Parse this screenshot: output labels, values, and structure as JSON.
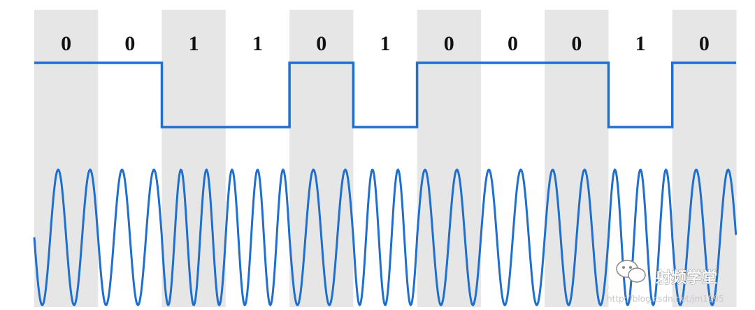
{
  "diagram": {
    "bits": [
      "0",
      "0",
      "1",
      "1",
      "0",
      "1",
      "0",
      "0",
      "0",
      "1",
      "0"
    ],
    "colors": {
      "signal": "#1e6fd0",
      "band_shaded": "#e6e6e6",
      "band_plain": "#ffffff",
      "label": "#111111"
    }
  },
  "watermark": {
    "title": "射频学堂",
    "url": "http://blog.csdn.net/jm1995"
  }
}
